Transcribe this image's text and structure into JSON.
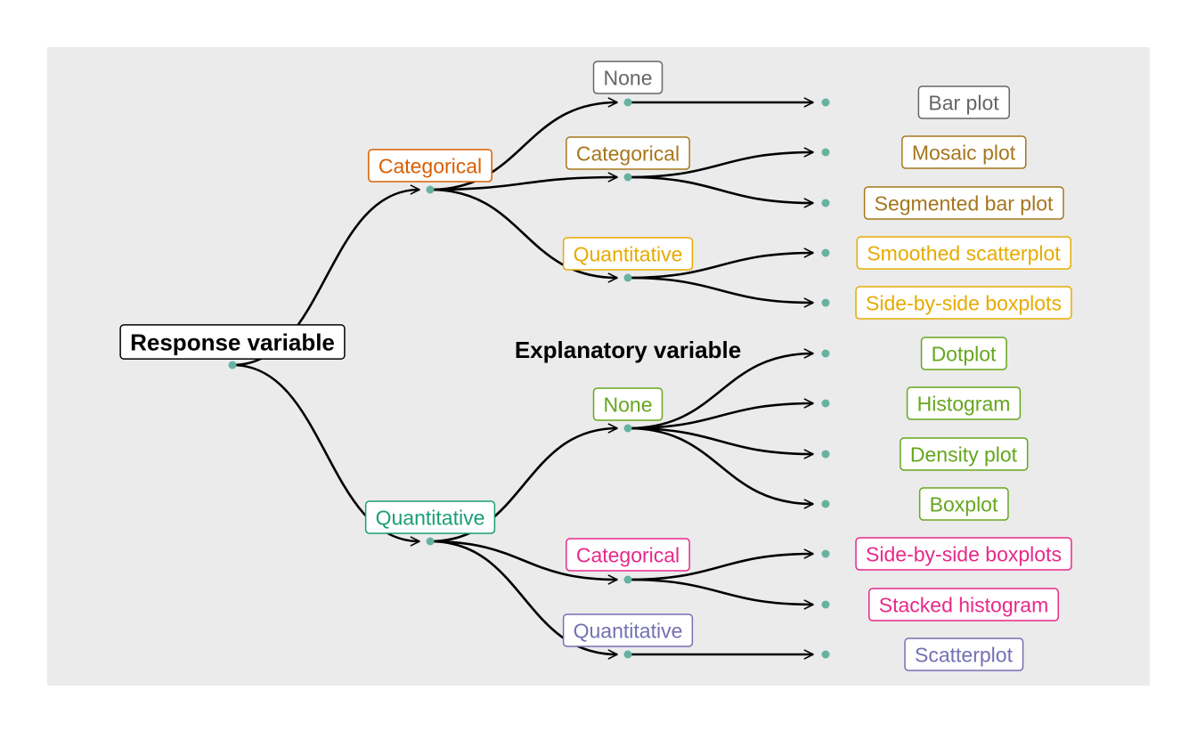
{
  "title": "Response variable",
  "subtitle": "Explanatory variable",
  "colors": {
    "root": "#000000",
    "resp_categorical": "#d95f02",
    "resp_quantitative": "#1b9e77",
    "none_gray": "#666666",
    "cat_categorical": "#a6761d",
    "cat_quantitative": "#e6ab02",
    "quant_none": "#66a61e",
    "quant_categorical": "#e7298a",
    "quant_quantitative": "#7570b3",
    "dot": "#66b2a0",
    "panel": "#ebebeb"
  },
  "nodes": {
    "root": {
      "label": "Response variable"
    },
    "resp_cat": {
      "label": "Categorical"
    },
    "resp_quant": {
      "label": "Quantitative"
    },
    "exp_cat_none": {
      "label": "None"
    },
    "exp_cat_cat": {
      "label": "Categorical"
    },
    "exp_cat_quant": {
      "label": "Quantitative"
    },
    "exp_quant_none": {
      "label": "None"
    },
    "exp_quant_cat": {
      "label": "Categorical"
    },
    "exp_quant_quant": {
      "label": "Quantitative"
    }
  },
  "leaves": [
    {
      "id": "bar",
      "label": "Bar plot"
    },
    {
      "id": "mosaic",
      "label": "Mosaic plot"
    },
    {
      "id": "segbar",
      "label": "Segmented bar plot"
    },
    {
      "id": "smooth",
      "label": "Smoothed scatterplot"
    },
    {
      "id": "sbs1",
      "label": "Side-by-side boxplots"
    },
    {
      "id": "dot",
      "label": "Dotplot"
    },
    {
      "id": "hist",
      "label": "Histogram"
    },
    {
      "id": "dens",
      "label": "Density plot"
    },
    {
      "id": "box",
      "label": "Boxplot"
    },
    {
      "id": "sbs2",
      "label": "Side-by-side boxplots"
    },
    {
      "id": "stack",
      "label": "Stacked histogram"
    },
    {
      "id": "scatter",
      "label": "Scatterplot"
    }
  ]
}
